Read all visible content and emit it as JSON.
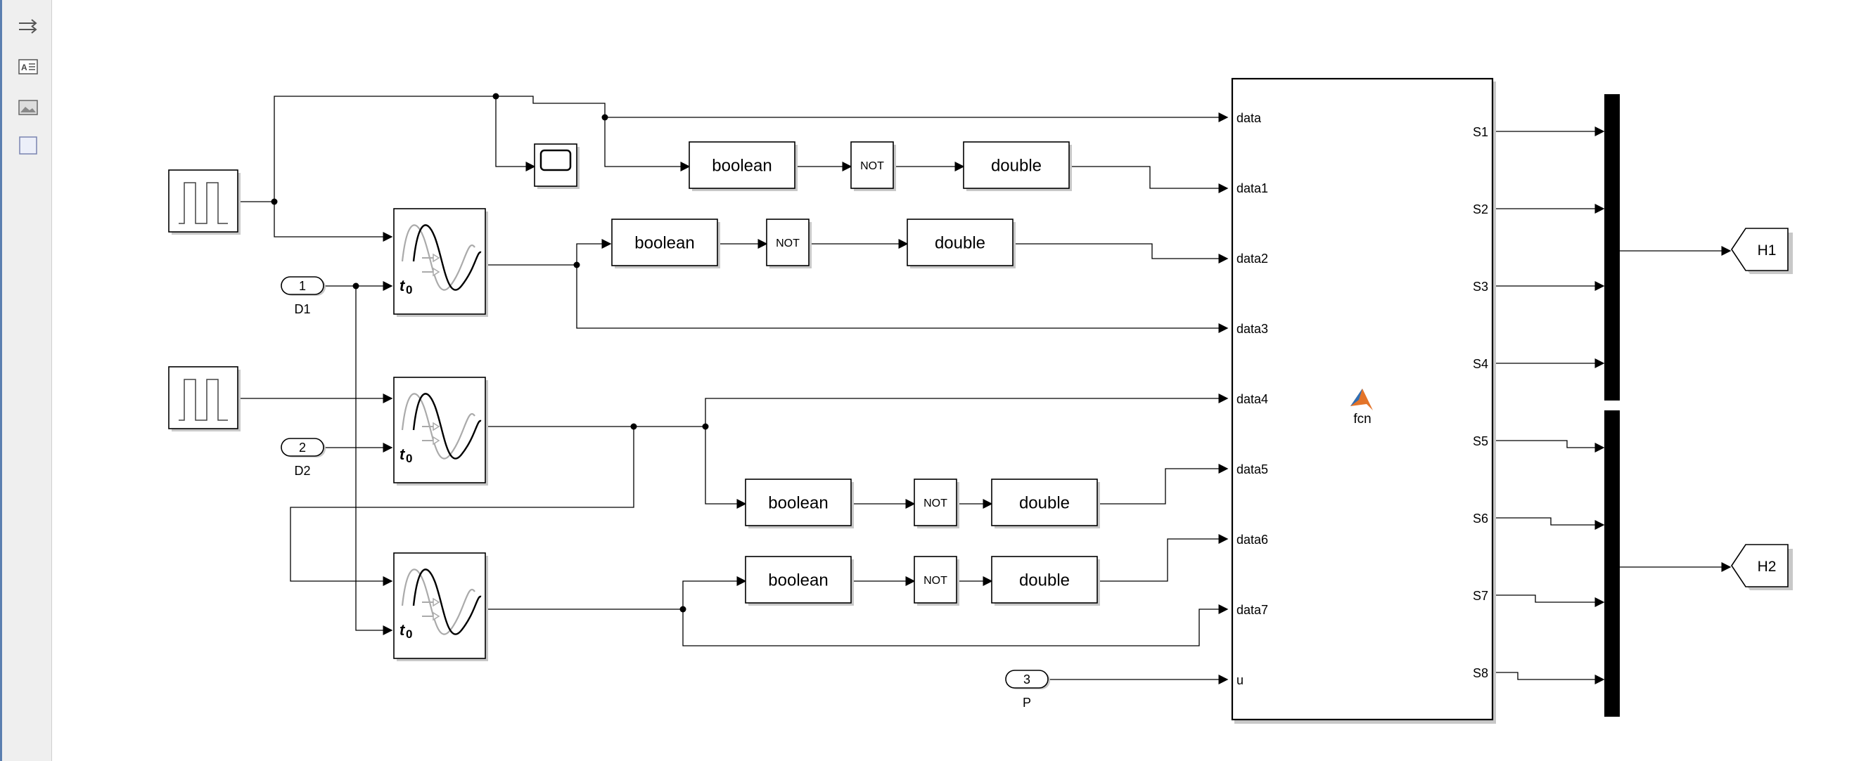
{
  "toolbar": {
    "items": [
      {
        "icon": "signal-routing-icon"
      },
      {
        "icon": "annotation-icon"
      },
      {
        "icon": "image-icon"
      },
      {
        "icon": "area-icon"
      }
    ]
  },
  "inports": [
    {
      "number": "1",
      "name": "D1"
    },
    {
      "number": "2",
      "name": "D2"
    },
    {
      "number": "3",
      "name": "P"
    }
  ],
  "conversion_blocks": {
    "boolean_label": "boolean",
    "not_label": "NOT",
    "double_label": "double"
  },
  "function_block": {
    "name": "fcn",
    "inputs": [
      "data",
      "data1",
      "data2",
      "data3",
      "data4",
      "data5",
      "data6",
      "data7",
      "u"
    ],
    "outputs": [
      "S1",
      "S2",
      "S3",
      "S4",
      "S5",
      "S6",
      "S7",
      "S8"
    ],
    "logo_colors": [
      "#e3742a",
      "#2f6fb5"
    ]
  },
  "goto_tags": [
    {
      "name": "H1"
    },
    {
      "name": "H2"
    }
  ],
  "delay_block_symbol": "t",
  "delay_block_subscript": "0"
}
